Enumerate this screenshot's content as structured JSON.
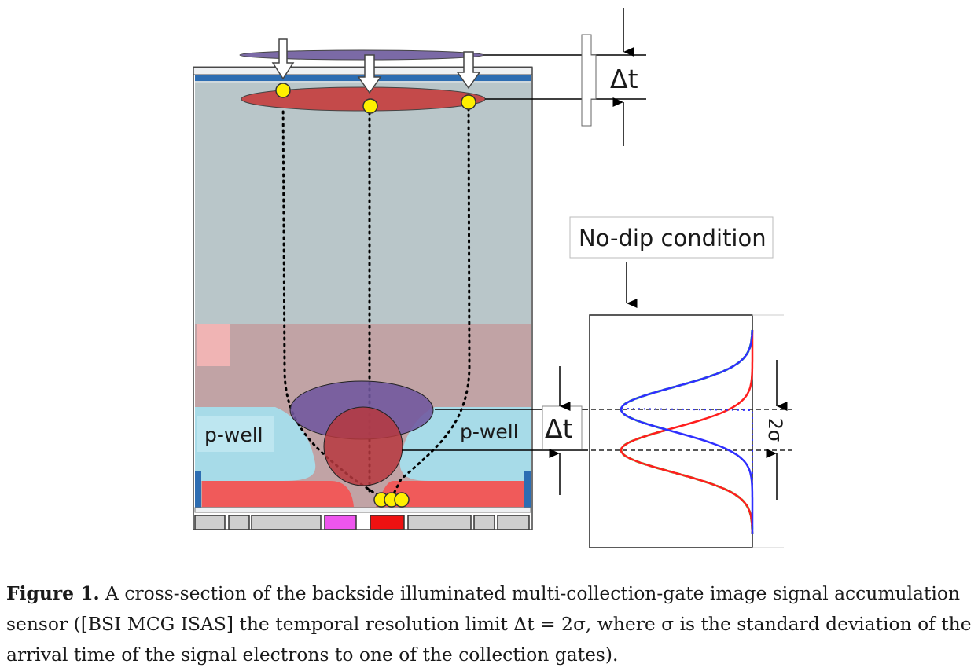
{
  "figure": {
    "labels": {
      "delta_t_top": "Δt",
      "delta_t_bottom": "Δt",
      "no_dip": "No-dip condition",
      "pwell_left": "p-well",
      "pwell_right": "p-well",
      "two_sigma": "2σ"
    },
    "colors": {
      "bulk": "#b9c6c9",
      "lower_region": "#c1a3a5",
      "pwell": "#a7dbe8",
      "n_layer": "#f05a5a",
      "upper_cloud": "#6f579e",
      "lower_cloud": "#b6383e",
      "electron": "#ffef00",
      "curve_red": "#ff1e1e",
      "curve_blue": "#2f2fff",
      "curve_green": "#3cdc3c"
    }
  },
  "caption": {
    "label": "Figure 1.",
    "text": " A cross-section of the backside illuminated multi-collection-gate image signal accumulation sensor ([BSI MCG ISAS] the temporal resolution limit Δt = 2σ, where σ is the standard deviation of the arrival time of the signal electrons to one of the collection gates)."
  }
}
